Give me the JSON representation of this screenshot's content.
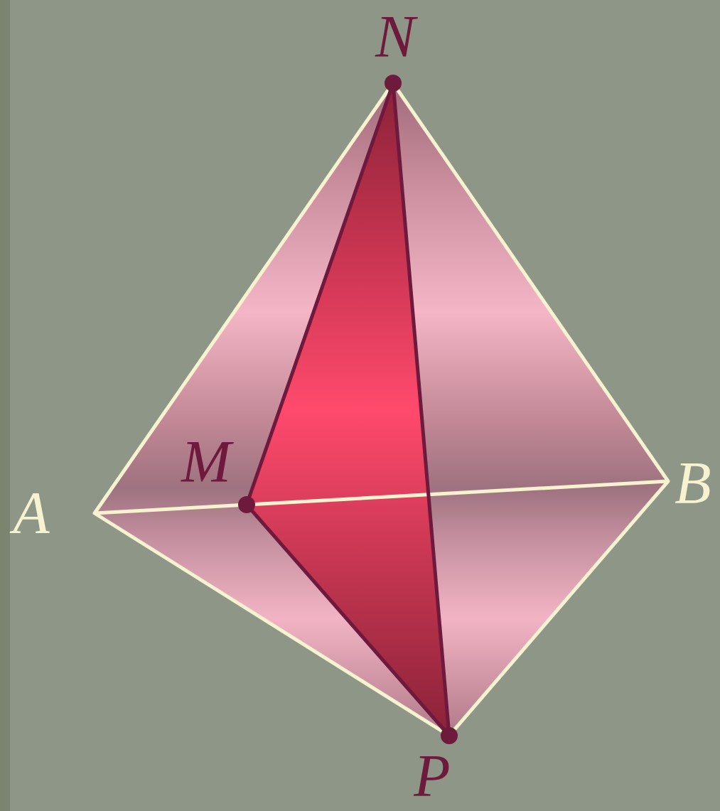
{
  "diagram": {
    "labels": [
      "N",
      "M",
      "A",
      "B",
      "P"
    ]
  }
}
